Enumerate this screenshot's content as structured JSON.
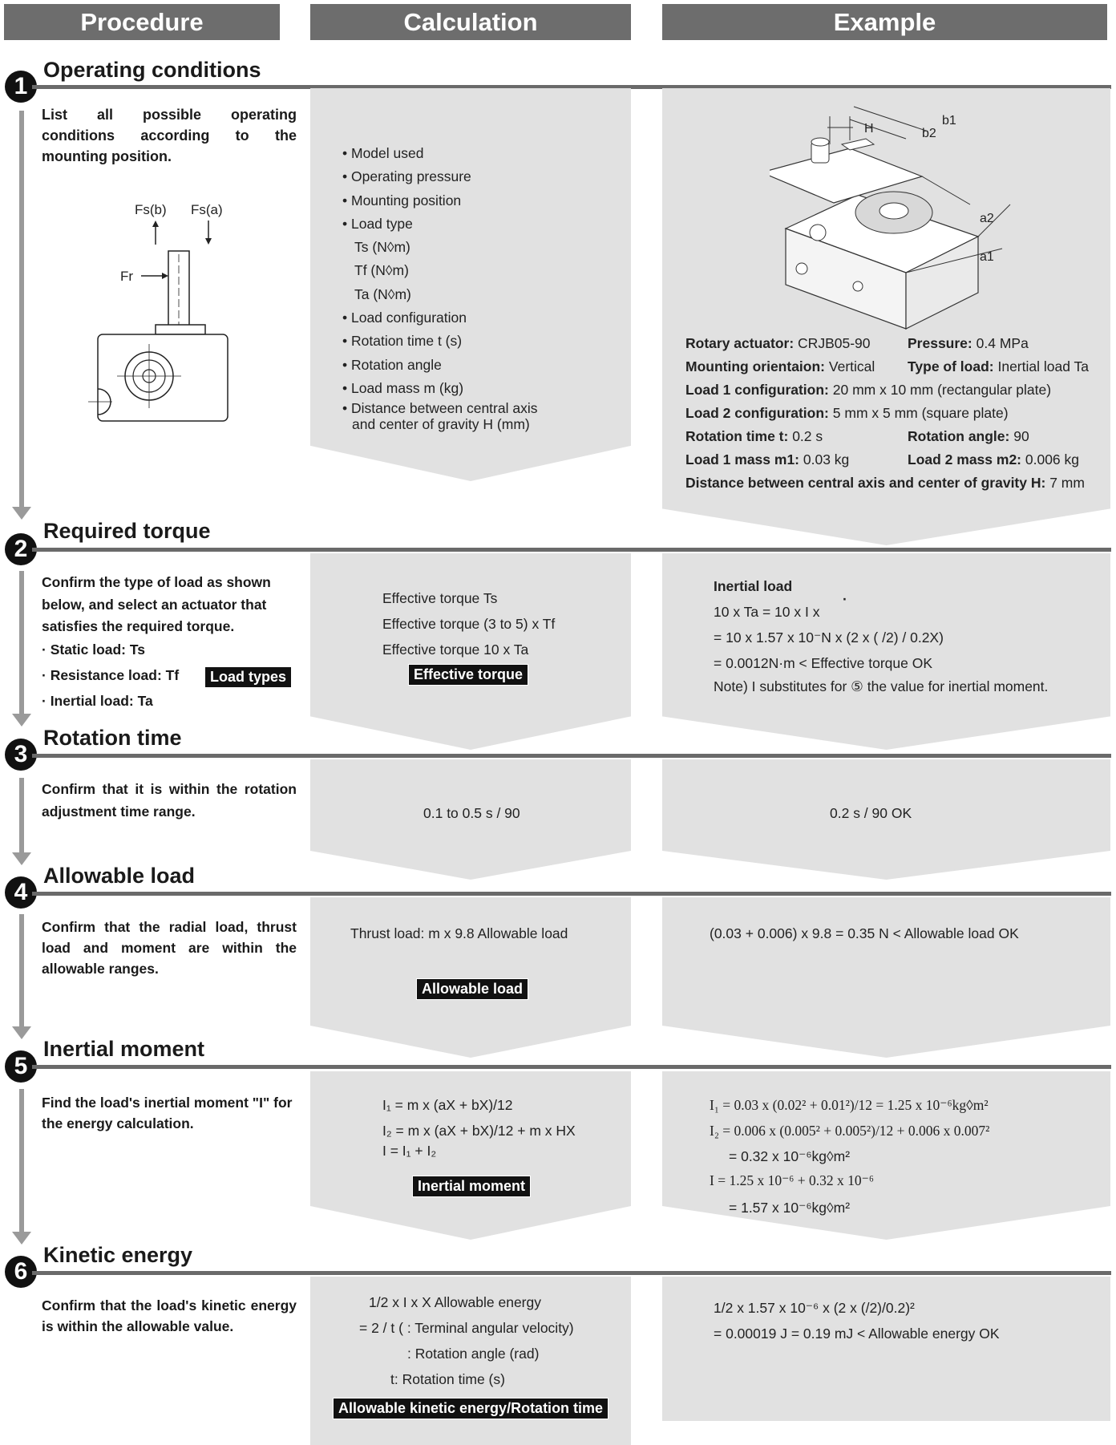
{
  "headers": {
    "procedure": "Procedure",
    "calculation": "Calculation",
    "example": "Example"
  },
  "sections": [
    {
      "number": "1",
      "title": "Operating conditions",
      "procedure": "List all possible operating conditions according to the mounting position.",
      "diagram_labels": {
        "fs_b": "Fs(b)",
        "fs_a": "Fs(a)",
        "fr": "Fr"
      },
      "calc_items": [
        "• Model used",
        "• Operating pressure",
        "• Mounting position",
        "• Load type",
        "Ts (N◊m)",
        "Tf (N◊m)",
        "Ta (N◊m)",
        "• Load configuration",
        "• Rotation time  t (s)",
        "• Rotation angle",
        "• Load mass  m (kg)",
        "• Distance between central axis",
        "and center of gravity  H (mm)"
      ],
      "figure_labels": {
        "h": "H",
        "b1": "b1",
        "b2": "b2",
        "a1": "a1",
        "a2": "a2"
      },
      "example": {
        "rotary_actuator_label": "Rotary actuator:",
        "rotary_actuator_value": "CRJB05-90",
        "pressure_label": "Pressure:",
        "pressure_value": "0.4 MPa",
        "mounting_label": "Mounting orientaion:",
        "mounting_value": "Vertical",
        "load_type_label": "Type of load:",
        "load_type_value": "Inertial load  Ta",
        "load1_label": "Load 1 configuration:",
        "load1_value": "20 mm x 10 mm (rectangular plate)",
        "load2_label": "Load 2 configuration:",
        "load2_value": "5 mm x 5 mm (square plate)",
        "rot_time_label": "Rotation time  t:",
        "rot_time_value": "0.2 s",
        "rot_angle_label": "Rotation angle:",
        "rot_angle_value": "90",
        "mass1_label": "Load 1 mass  m1:",
        "mass1_value": "0.03 kg",
        "mass2_label": "Load 2 mass  m2:",
        "mass2_value": "0.006 kg",
        "distance_label": "Distance between central axis and center of gravity  H:",
        "distance_value": "7 mm"
      }
    },
    {
      "number": "2",
      "title": "Required torque",
      "procedure": "Confirm the type of load as shown below, and select an actuator that satisfies the required torque.",
      "bullets": [
        "· Static load: Ts",
        "· Resistance load: Tf",
        "· Inertial load: Ta"
      ],
      "tag": "Load types",
      "calc_lines": [
        "Effective torque  Ts",
        "Effective torque  (3 to 5) x Tf",
        "Effective torque  10 x Ta"
      ],
      "calc_tag": "Effective torque",
      "example_lines": [
        "Inertial load",
        "10 x Ta = 10 x I x",
        "= 10 x 1.57 x 10⁻N x (2 x (   /2) / 0.2X)",
        "= 0.0012N·m < Effective torque       OK",
        "Note) I substitutes for  ⑤ the value for inertial moment."
      ]
    },
    {
      "number": "3",
      "title": "Rotation time",
      "procedure": "Confirm that it is within the rotation adjustment time range.",
      "calc": "0.1 to 0.5 s / 90",
      "example": "0.2 s / 90      OK"
    },
    {
      "number": "4",
      "title": "Allowable load",
      "procedure": "Confirm that the radial load, thrust load and moment are within the allowable ranges.",
      "calc": "Thrust load: m x 9.8  Allowable load",
      "calc_tag": "Allowable load",
      "example": "(0.03 + 0.006) x 9.8 = 0.35 N < Allowable load       OK"
    },
    {
      "number": "5",
      "title": "Inertial moment",
      "procedure": "Find the load's inertial moment \"I\" for the energy calculation.",
      "calc_lines": [
        "I₁ = m x (aX + bX)/12",
        "I₂ = m x (aX + bX)/12 + m x HX",
        "I = I₁ + I₂"
      ],
      "calc_tag": "Inertial moment",
      "example_lines": [
        "I₁ = 0.03 x (0.02²  + 0.01²)/12 = 1.25 x 10⁻⁶kg◊m²",
        "I₂ = 0.006 x (0.005² + 0.005²)/12 + 0.006 x 0.007²",
        "= 0.32 x 10⁻⁶kg◊m²",
        "I   = 1.25 x 10⁻⁶  + 0.32 x 10⁻⁶",
        "= 1.57 x 10⁻⁶kg◊m²"
      ]
    },
    {
      "number": "6",
      "title": "Kinetic energy",
      "procedure": "Confirm that the load's kinetic energy is within the allowable value.",
      "calc_lines": [
        "1/2 x I x      X Allowable energy",
        "= 2   / t (     : Terminal angular velocity)",
        ": Rotation angle (rad)",
        "t: Rotation time (s)"
      ],
      "calc_tag": "Allowable kinetic energy/Rotation time",
      "example_lines": [
        "1/2 x 1.57 x 10⁻⁶ x (2 x (/2)/0.2)²",
        "= 0.00019 J = 0.19 mJ < Allowable energy        OK"
      ]
    }
  ]
}
